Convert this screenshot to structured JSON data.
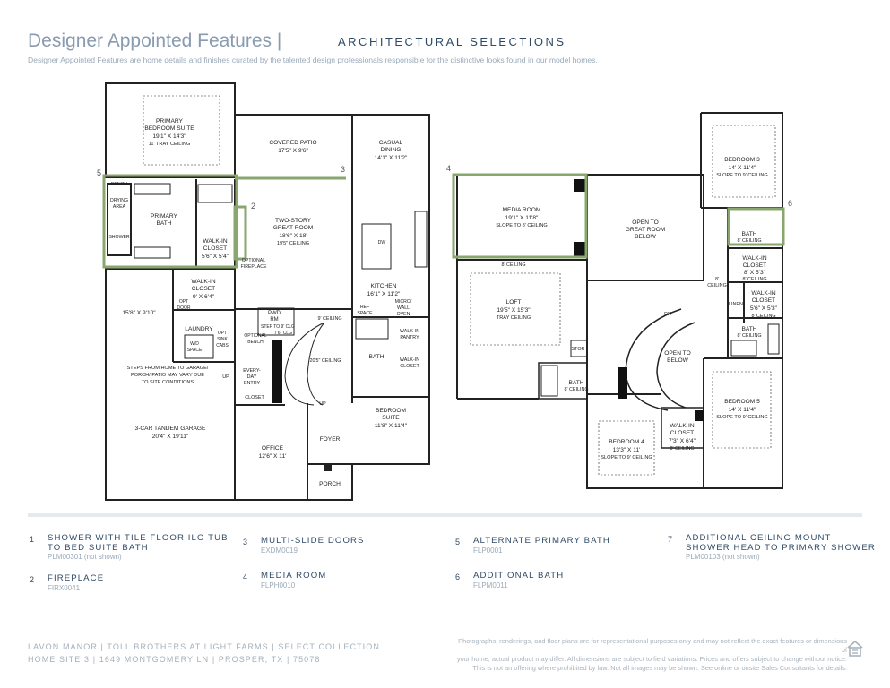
{
  "header": {
    "title": "Designer Appointed Features |",
    "section": "ARCHITECTURAL SELECTIONS",
    "subtitle": "Designer Appointed Features are home details and finishes curated by the talented design professionals responsible for the distinctive looks found in our model homes."
  },
  "colors": {
    "highlight": "#8aa66f",
    "accent_text": "#2f4a66",
    "muted_text": "#9aa9b8"
  },
  "plan_callouts": [
    "5",
    "2",
    "3",
    "4",
    "6"
  ],
  "first_floor": {
    "primary_bedroom": [
      "PRIMARY",
      "BEDROOM SUITE",
      "19'1\" X 14'3\"",
      "11' TRAY CEILING"
    ],
    "covered_patio": [
      "COVERED PATIO",
      "17'5\" X 9'6\""
    ],
    "casual_dining": [
      "CASUAL",
      "DINING",
      "14'1\" X 11'2\""
    ],
    "bench": "BENCH",
    "drying_area": [
      "DRYING",
      "AREA"
    ],
    "shower": "SHOWER",
    "primary_bath": [
      "PRIMARY",
      "BATH"
    ],
    "walk_in_closet_primary": [
      "WALK-IN",
      "CLOSET",
      "5'6\" X 5'4\""
    ],
    "optional_fireplace": [
      "OPTIONAL",
      "FIREPLACE"
    ],
    "great_room": [
      "TWO-STORY",
      "GREAT ROOM",
      "18'6\" X 18'",
      "19'5\" CEILING"
    ],
    "dw": "DW",
    "kitchen": [
      "KITCHEN",
      "16'1\" X 11'2\""
    ],
    "ref_space": [
      "REF",
      "SPACE"
    ],
    "micro_wall_oven": [
      "MICRO/",
      "WALL",
      "OVEN"
    ],
    "walk_in_closet_2": [
      "WALK-IN",
      "CLOSET",
      "9' X 6'4\""
    ],
    "opt_door": [
      "OPT",
      "DOOR"
    ],
    "garage_dim": "15'8\" X 9'10\"",
    "pwd_rm": [
      "PWD",
      "RM"
    ],
    "step_to_ceiling": [
      "STEP TO 9' CLG",
      "7'6\" CLG"
    ],
    "nine_ceiling": "9' CEILING",
    "laundry": "LAUNDRY",
    "wd_space": [
      "W/D",
      "SPACE"
    ],
    "opt_sink_cabs": [
      "OPT",
      "SINK",
      "CABS"
    ],
    "optional_bench": [
      "OPTIONAL",
      "BENCH"
    ],
    "stair_ceiling": "20'5\" CEILING",
    "walk_in_pantry": [
      "WALK-IN",
      "PANTRY"
    ],
    "bath": "BATH",
    "walk_in_closet_3": [
      "WALK-IN",
      "CLOSET"
    ],
    "steps_note": [
      "STEPS FROM HOME TO GARAGE/",
      "PORCH/ PATIO MAY VARY DUE",
      "TO SITE CONDITIONS"
    ],
    "up": "UP",
    "everyday_entry": [
      "EVERY-",
      "DAY",
      "ENTRY"
    ],
    "closet": "CLOSET",
    "bedroom_suite": [
      "BEDROOM",
      "SUITE",
      "11'8\" X 11'4\""
    ],
    "garage": [
      "3-CAR TANDEM GARAGE",
      "20'4\" X 19'11\""
    ],
    "office": [
      "OFFICE",
      "12'6\" X 11'"
    ],
    "foyer": "FOYER",
    "porch": "PORCH"
  },
  "second_floor": {
    "media_room": [
      "MEDIA ROOM",
      "19'1\" X 11'8\"",
      "SLOPE TO 8' CEILING"
    ],
    "eight_ceiling": "8' CEILING",
    "open_great_room": [
      "OPEN TO",
      "GREAT ROOM",
      "BELOW"
    ],
    "bedroom3": [
      "BEDROOM 3",
      "14' X 11'4\"",
      "SLOPE TO 9' CEILING"
    ],
    "bath6": [
      "BATH",
      "8' CEILING"
    ],
    "walk_in_closet_b3": [
      "WALK-IN",
      "CLOSET",
      "8' X 5'3\"",
      "8' CEILING"
    ],
    "ceiling_side": [
      "8'",
      "CEILING"
    ],
    "linen": "LINEN",
    "walk_in_closet_b": [
      "WALK-IN",
      "CLOSET",
      "5'6\" X 5'3\"",
      "8' CEILING"
    ],
    "bath_b5": [
      "BATH",
      "8' CEILING"
    ],
    "loft": [
      "LOFT",
      "19'5\" X 15'3\"",
      "TRAY CEILING"
    ],
    "dn": "DN",
    "stor": "STOR",
    "open_below": [
      "OPEN TO",
      "BELOW"
    ],
    "bath_left": [
      "BATH",
      "8' CEILING"
    ],
    "bedroom5": [
      "BEDROOM 5",
      "14' X 11'4\"",
      "SLOPE TO 9' CEILING"
    ],
    "bedroom4": [
      "BEDROOM 4",
      "13'3\" X 11'",
      "SLOPE TO 9' CEILING"
    ],
    "walk_in_closet_b4": [
      "WALK-IN",
      "CLOSET",
      "7'3\" X 6'4\"",
      "8' CEILING"
    ]
  },
  "features": [
    {
      "num": "1",
      "name_lines": [
        "SHOWER WITH TILE FLOOR ILO TUB",
        "TO BED SUITE BATH"
      ],
      "code": "PLM00301 (not shown)"
    },
    {
      "num": "2",
      "name_lines": [
        "FIREPLACE"
      ],
      "code": "FIRX0041"
    },
    {
      "num": "3",
      "name_lines": [
        "MULTI-SLIDE DOORS"
      ],
      "code": "EXDM0019"
    },
    {
      "num": "4",
      "name_lines": [
        "MEDIA ROOM"
      ],
      "code": "FLPH0010"
    },
    {
      "num": "5",
      "name_lines": [
        "ALTERNATE PRIMARY BATH"
      ],
      "code": "FLP0001"
    },
    {
      "num": "6",
      "name_lines": [
        "ADDITIONAL BATH"
      ],
      "code": "FLPM0011"
    },
    {
      "num": "7",
      "name_lines": [
        "ADDITIONAL CEILING MOUNT",
        "SHOWER HEAD TO PRIMARY SHOWER"
      ],
      "code": "PLM00103 (not shown)"
    }
  ],
  "footer": {
    "line1": "LAVON MANOR | TOLL BROTHERS AT LIGHT FARMS | SELECT COLLECTION",
    "line2": "HOME SITE 3 | 1649 MONTGOMERY LN | PROSPER, TX | 75078",
    "disclaimer_lines": [
      "Photographs, renderings, and floor plans are for representational purposes only and may not reflect the exact features or dimensions of",
      "your home; actual product may differ. All dimensions are subject to field variations. Prices and offers subject to change without notice.",
      "This is not an offering where prohibited by law. Not all images may be shown. See online or onsite Sales Consultants for details."
    ],
    "eho_icon": "equal-housing-opportunity-icon"
  }
}
